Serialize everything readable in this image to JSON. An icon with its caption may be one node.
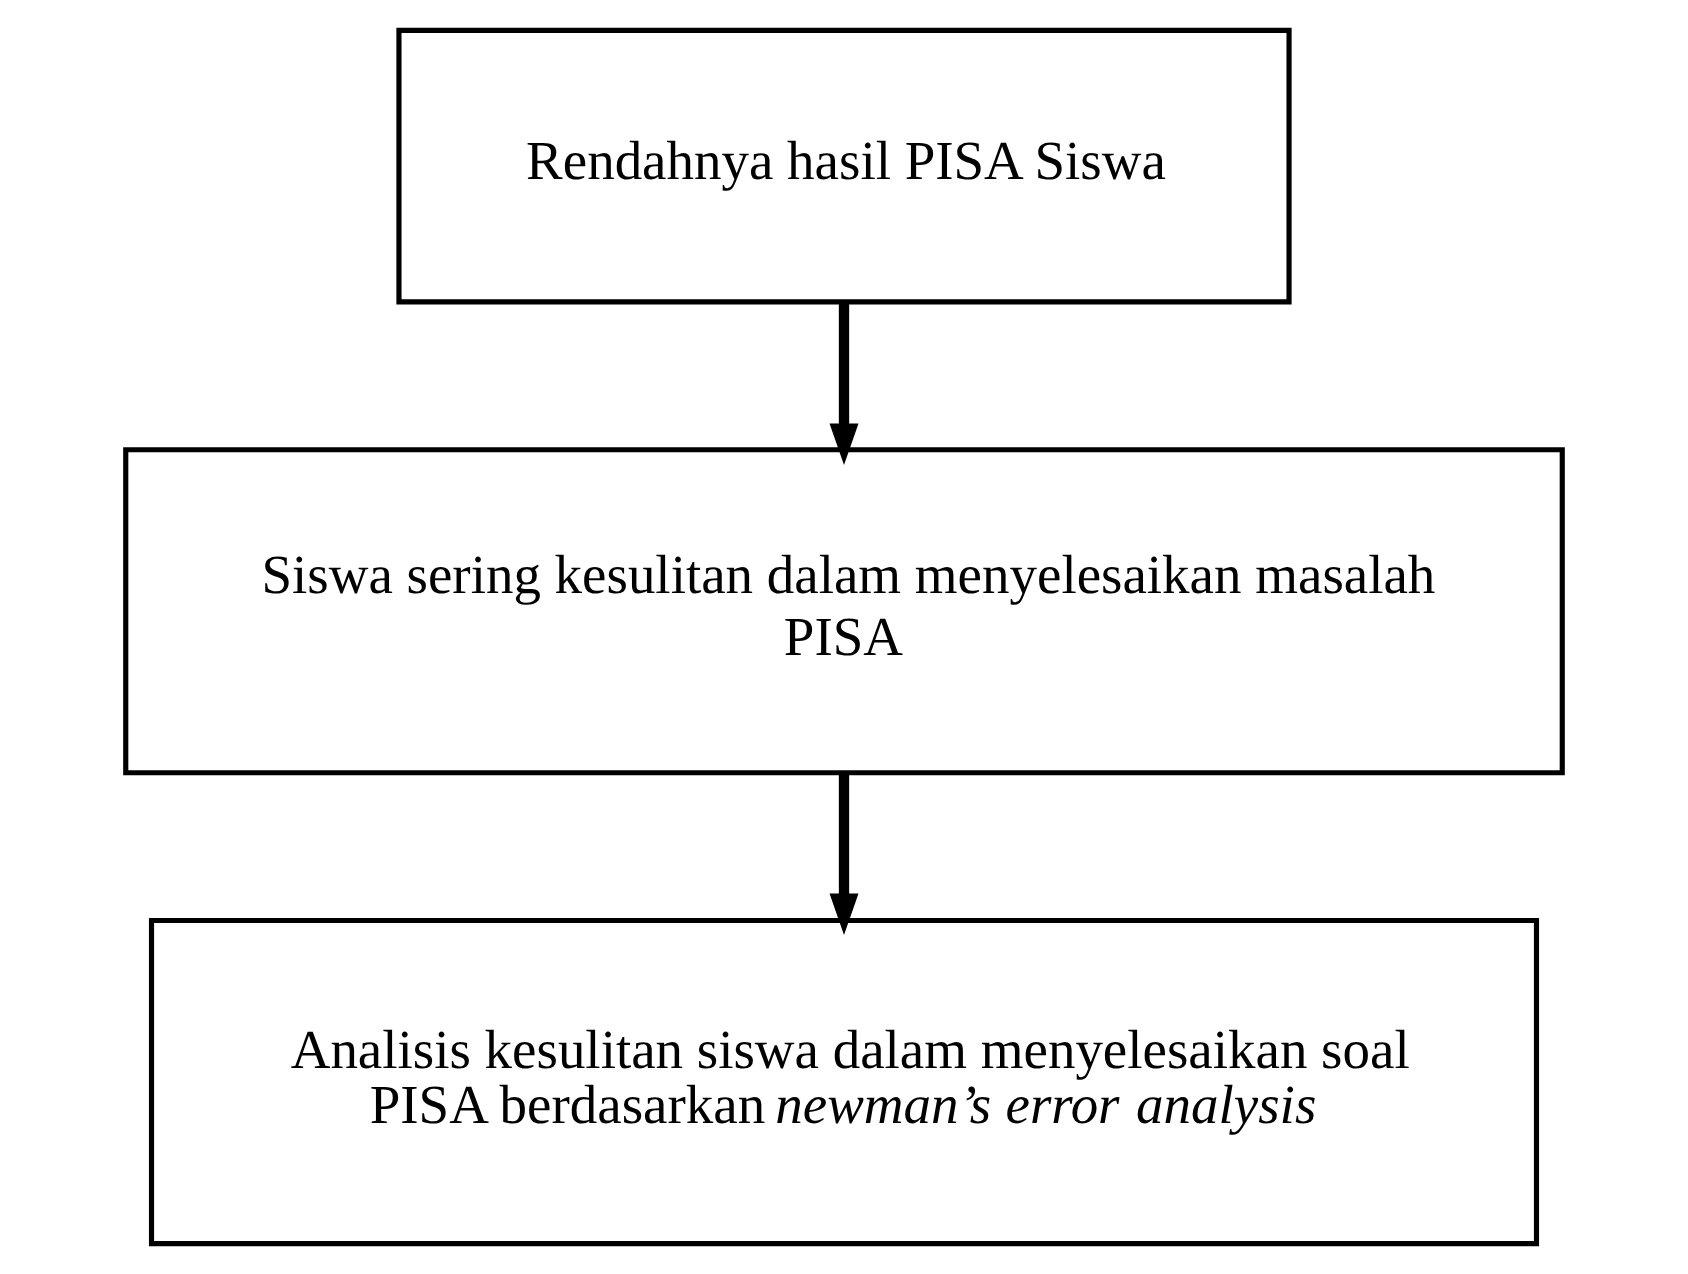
{
  "diagram": {
    "nodes": [
      {
        "text": [
          "Rendahnya hasil PISA Siswa"
        ]
      },
      {
        "text": [
          "Siswa sering kesulitan dalam menyelesaikan masalah PISA"
        ]
      },
      {
        "text": [
          "Analisis kesulitan siswa dalam menyelesaikan soal PISA berdasarkan *newman’s error analysis*"
        ]
      }
    ],
    "edges": [
      {
        "from": 0,
        "to": 1,
        "arrow": "to"
      },
      {
        "from": 1,
        "to": 2,
        "arrow": "to"
      }
    ]
  }
}
